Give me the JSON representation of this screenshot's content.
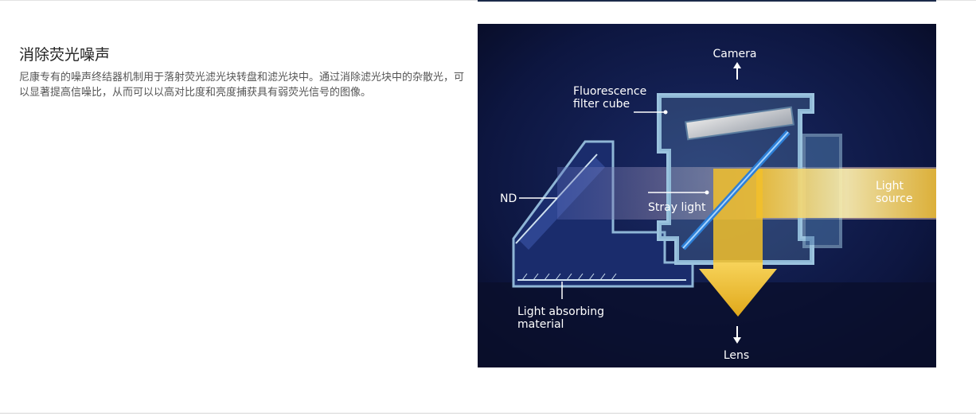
{
  "section": {
    "title": "消除荧光噪声",
    "body": "尼康专有的噪声终结器机制用于落射荧光滤光块转盘和滤光块中。通过消除滤光块中的杂散光，可以显著提高信噪比，从而可以以高对比度和亮度捕获具有弱荧光信号的图像。"
  },
  "figure": {
    "labels": {
      "camera": "Camera",
      "cube_line1": "Fluorescence",
      "cube_line2": "filter cube",
      "nd": "ND",
      "stray": "Stray light",
      "source_line1": "Light",
      "source_line2": "source",
      "absorb_line1": "Light absorbing",
      "absorb_line2": "material",
      "lens": "Lens"
    },
    "colors": {
      "background": "#0c1338",
      "structure": "#9bc3de",
      "light_beam": "#f2bf2a",
      "stray_beam": "#c9a6a4"
    }
  }
}
